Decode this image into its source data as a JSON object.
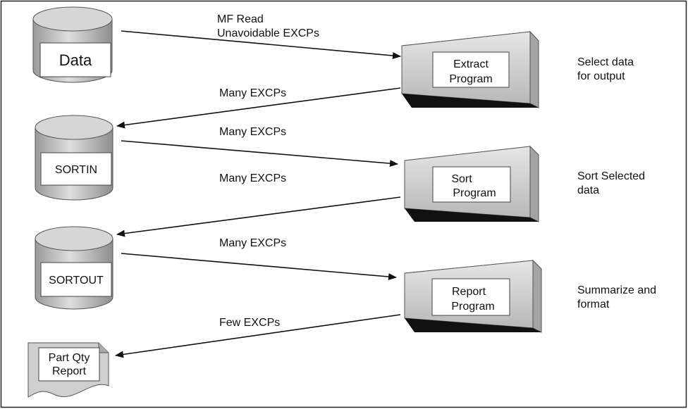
{
  "datasets": {
    "data": "Data",
    "sortin": "SORTIN",
    "sortout": "SORTOUT"
  },
  "programs": {
    "extract": [
      "Extract",
      "Program"
    ],
    "sort": [
      "Sort",
      "Program"
    ],
    "report": [
      "Report",
      "Program"
    ]
  },
  "report_doc": [
    "Part Qty",
    "Report"
  ],
  "arrows": {
    "a1": [
      "MF Read",
      "Unavoidable EXCPs"
    ],
    "a2": "Many EXCPs",
    "a3": "Many EXCPs",
    "a4": "Many EXCPs",
    "a5": "Many EXCPs",
    "a6": "Few EXCPs"
  },
  "notes": {
    "extract": [
      "Select data",
      "for output"
    ],
    "sort": [
      "Sort Selected",
      "data"
    ],
    "report": [
      "Summarize and",
      "format"
    ]
  },
  "colors": {
    "shape_light": "#e4e4e4",
    "shape_mid": "#bdbdbd",
    "shape_dark": "#8c8c8c",
    "base": "#111111",
    "line": "#111111"
  }
}
